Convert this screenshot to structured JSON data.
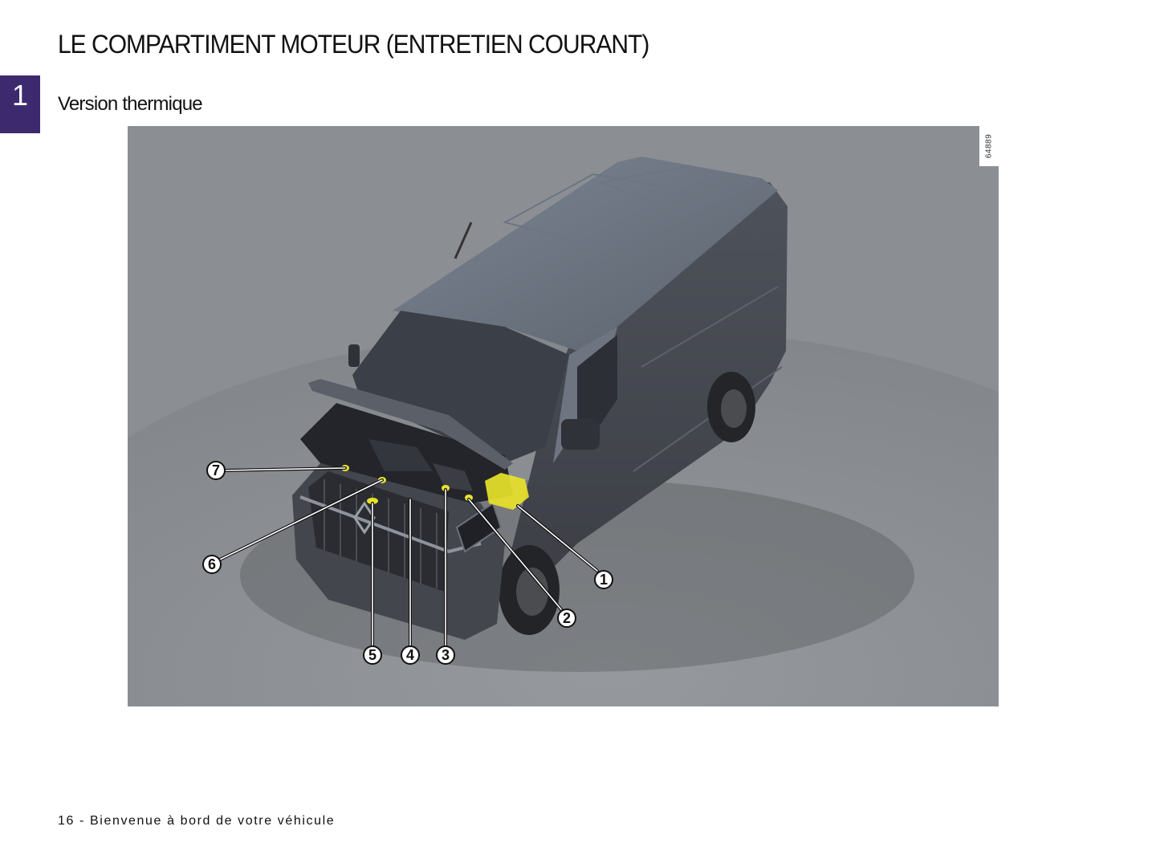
{
  "page": {
    "title": "LE COMPARTIMENT MOTEUR (ENTRETIEN COURANT)",
    "chapter_number": "1",
    "section_title": "Version thermique",
    "footer": "16 - Bienvenue à bord de votre véhicule"
  },
  "figure": {
    "reference_code": "64889",
    "subject": "Renault Master van, bonnet open, viewed from front-left above",
    "colors": {
      "background": "#8a8e92",
      "van_body": "#4a4d55",
      "highlight": "#e8e22a",
      "chapter_tab": "#3d2a6e"
    },
    "callouts": [
      {
        "number": "1",
        "target": "battery (highlighted yellow)"
      },
      {
        "number": "2",
        "target": "engine bay item"
      },
      {
        "number": "3",
        "target": "engine bay item"
      },
      {
        "number": "4",
        "target": "engine bay item"
      },
      {
        "number": "5",
        "target": "engine bay filler cap"
      },
      {
        "number": "6",
        "target": "engine bay item"
      },
      {
        "number": "7",
        "target": "engine bay item"
      }
    ]
  }
}
